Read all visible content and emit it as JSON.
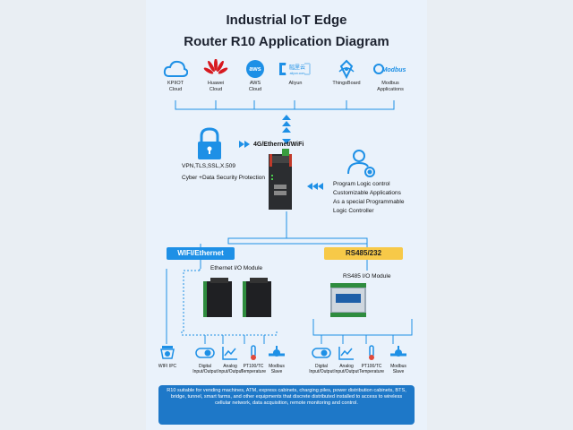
{
  "title_line1": "Industrial IoT Edge",
  "title_line2": "Router R10 Application Diagram",
  "clouds": [
    {
      "label": "KPIIOT\nCloud",
      "icon": "cloud-icon"
    },
    {
      "label": "Huawei\nCloud",
      "icon": "huawei-logo"
    },
    {
      "label": "AWS\nCloud",
      "icon": "aws-logo"
    },
    {
      "label": "Aliyun",
      "icon": "aliyun-logo"
    },
    {
      "label": "ThingsBoard",
      "icon": "thingsboard-logo"
    },
    {
      "label": "Modbus\nApplications",
      "icon": "modbus-logo"
    }
  ],
  "aliyun_logo_text": "阿里云",
  "aliyun_logo_sub": "aliyun.com",
  "aws_logo_text": "aws",
  "modbus_logo_text": "Modbus",
  "connectivity_label": "4G/Ethernet/WiFi",
  "security": {
    "line1": "VPN,TLS,SSL,X.509",
    "line2": "Cyber +Data Security Protection"
  },
  "logic": [
    "Program Logic control",
    "Customizable Applications",
    "As a special Programmable",
    "Logic Controller"
  ],
  "bus_wifi": "WIFI/Ethernet",
  "bus_rs": "RS485/232",
  "ethernet_module_label": "Ethernet I/O Module",
  "rs485_module_label": "RS485 I/O Module",
  "left_devices": [
    {
      "label": "WIFI IPC"
    },
    {
      "label": "Digital\nInput/Output"
    },
    {
      "label": "Analog\nInput/Output"
    },
    {
      "label": "PT100/TC\nTemperature"
    },
    {
      "label": "Modbus\nSlave"
    }
  ],
  "right_devices": [
    {
      "label": "Digital\nInput/Output"
    },
    {
      "label": "Analog\nInput/Output"
    },
    {
      "label": "PT100/TC\nTemperature"
    },
    {
      "label": "Modbus\nSlave"
    }
  ],
  "bottom_text": "R10 suitable for vending machines, ATM, express cabinets, charging piles, power distribution cabinets, BTS, bridge, tunnel, smart farms, and other equipments that discrete distributed installed to access to wireless cellular network, data acquisition, remote monitoring and control.",
  "colors": {
    "blue": "#1e90e6",
    "yellow": "#f7c948",
    "dark_blue": "#1e78c8"
  }
}
